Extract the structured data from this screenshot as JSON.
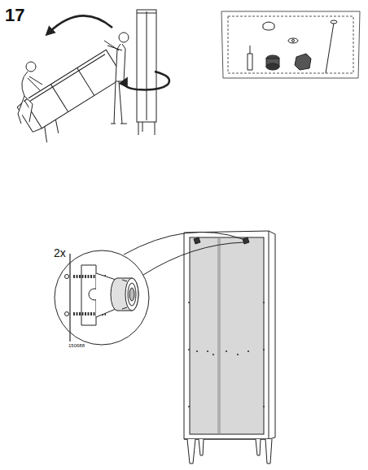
{
  "diagram": {
    "labels": [
      "17",
      "2x",
      "150688"
    ]
  }
}
